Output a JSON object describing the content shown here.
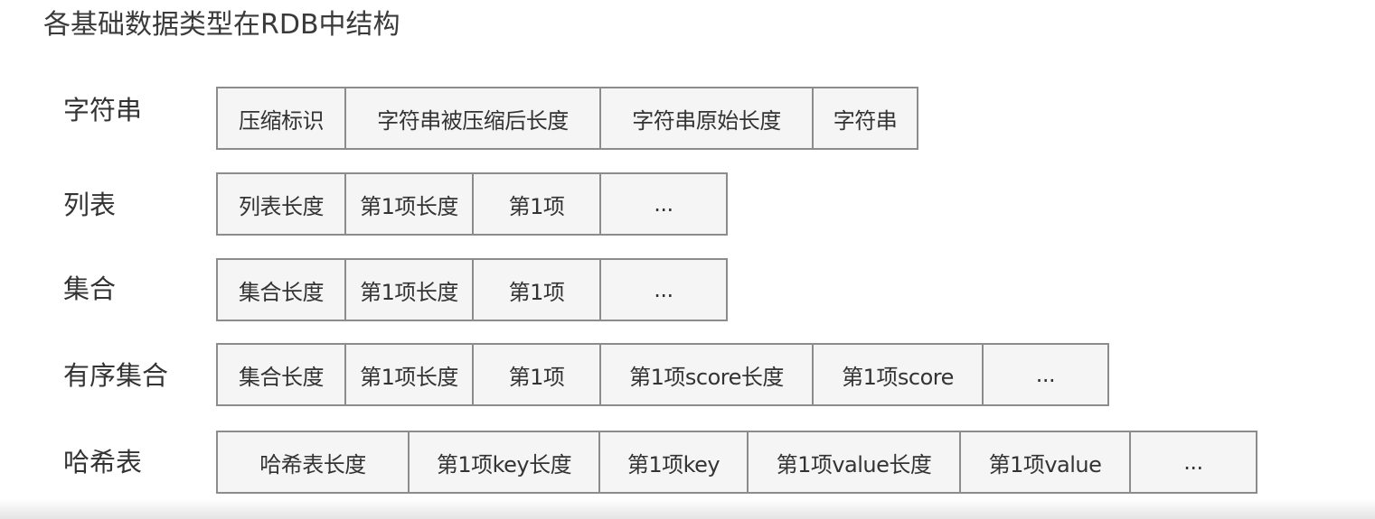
{
  "title": "各基础数据类型在RDB中结构",
  "rows": [
    {
      "label": "字符串",
      "cells": [
        "压缩标识",
        "字符串被压缩后长度",
        "字符串原始长度",
        "字符串"
      ]
    },
    {
      "label": "列表",
      "cells": [
        "列表长度",
        "第1项长度",
        "第1项",
        "..."
      ]
    },
    {
      "label": "集合",
      "cells": [
        "集合长度",
        "第1项长度",
        "第1项",
        "..."
      ]
    },
    {
      "label": "有序集合",
      "cells": [
        "集合长度",
        "第1项长度",
        "第1项",
        "第1项score长度",
        "第1项score",
        "..."
      ]
    },
    {
      "label": "哈希表",
      "cells": [
        "哈希表长度",
        "第1项key长度",
        "第1项key",
        "第1项value长度",
        "第1项value",
        "..."
      ]
    }
  ]
}
